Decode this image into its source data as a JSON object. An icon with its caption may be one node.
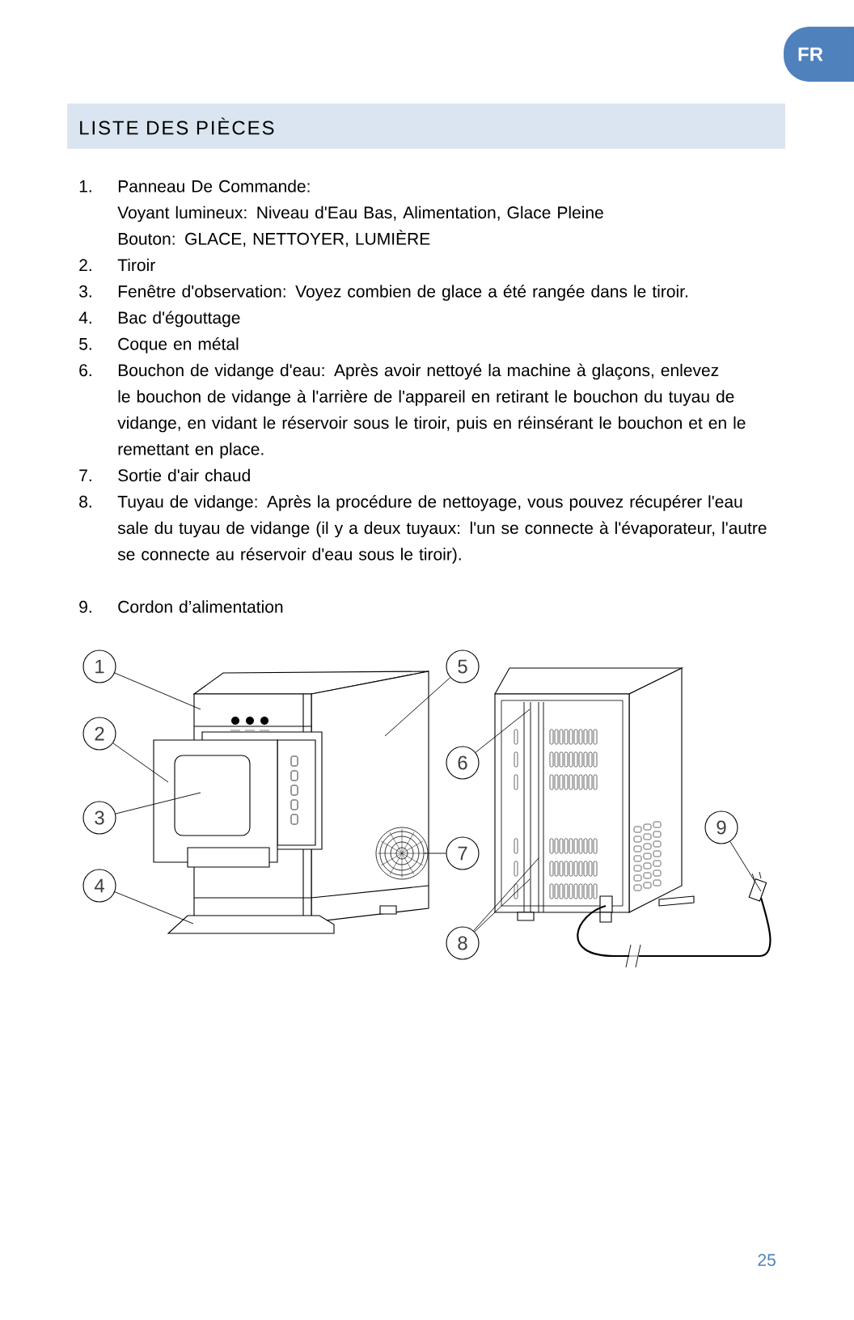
{
  "diagram": {
    "title": "LISTE DES PIÈCES",
    "nodes": [
      {
        "text": [
          "FR"
        ]
      },
      {
        "text": [
          "1"
        ]
      },
      {
        "text": [
          "2"
        ]
      },
      {
        "text": [
          "3"
        ]
      },
      {
        "text": [
          "4"
        ]
      },
      {
        "text": [
          "5"
        ]
      },
      {
        "text": [
          "6"
        ]
      },
      {
        "text": [
          "7"
        ]
      },
      {
        "text": [
          "8"
        ]
      },
      {
        "text": [
          "9"
        ]
      },
      {
        "text": [],
        "shape": "picture"
      },
      {
        "text": [],
        "shape": "picture"
      },
      {
        "text": [],
        "shape": "picture"
      }
    ],
    "edges": [
      {
        "from": 1,
        "to": 10,
        "arrow": "none"
      },
      {
        "from": 2,
        "to": 10,
        "arrow": "none"
      },
      {
        "from": 3,
        "to": 10,
        "arrow": "none"
      },
      {
        "from": 4,
        "to": 10,
        "arrow": "none"
      },
      {
        "from": 5,
        "to": 10,
        "arrow": "none"
      },
      {
        "from": 6,
        "to": 11,
        "arrow": "none"
      },
      {
        "from": 7,
        "to": 10,
        "arrow": "none"
      },
      {
        "from": 8,
        "to": 11,
        "arrow": "none"
      },
      {
        "from": 8,
        "to": 11,
        "arrow": "none"
      },
      {
        "from": 9,
        "to": 12,
        "arrow": "none"
      }
    ],
    "labels": [
      "1.",
      "Panneau De Commande:",
      "Voyant lumineux: Niveau d'Eau Bas, Alimentation, Glace Pleine",
      "Bouton: GLACE, NETTOYER, LUMIÈRE",
      "2.",
      "Tiroir",
      "3.",
      "Fenêtre d'observation: Voyez combien de glace a été rangée dans le tiroir.",
      "4.",
      "Bac d'égouttage",
      "5.",
      "Coque en métal",
      "6.",
      "Bouchon de vidange d'eau: Après avoir nettoyé la machine à glaçons, enlevez le bouchon de vidange à l'arrière de l'appareil en retirant le bouchon du tuyau de vidange, en vidant le réservoir sous le tiroir, puis en réinsérant le bouchon et en le remettant en place.",
      "7.",
      "Sortie d'air chaud",
      "8.",
      "Tuyau de vidange: Après la procédure de nettoyage, vous pouvez récupérer l'eau sale du tuyau de vidange (il y a deux tuyaux: l'un se connecte à l'évaporateur, l'autre se connecte au réservoir d'eau sous le tiroir).",
      "9.",
      "Cordon d’alimentation",
      "25"
    ]
  }
}
